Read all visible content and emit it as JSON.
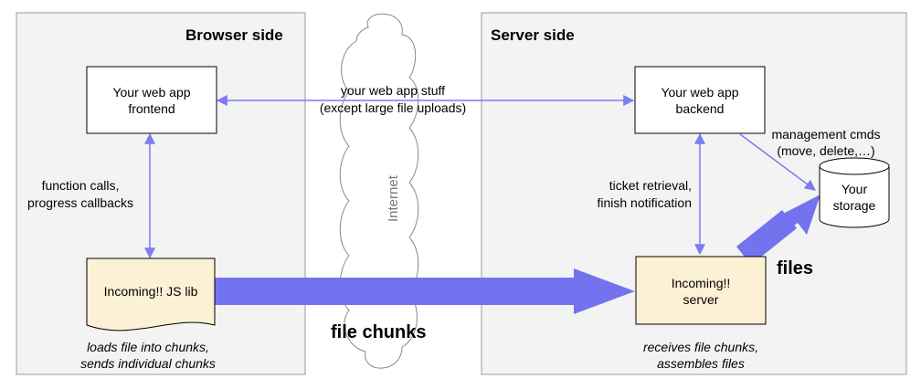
{
  "panels": {
    "browser_title": "Browser side",
    "server_title": "Server side"
  },
  "internet_label": "Internet",
  "nodes": {
    "frontend": [
      "Your web app",
      "frontend"
    ],
    "backend": [
      "Your web app",
      "backend"
    ],
    "js_lib": "Incoming!! JS lib",
    "server": [
      "Incoming!!",
      "server"
    ],
    "storage": [
      "Your",
      "storage"
    ]
  },
  "edges": {
    "web_app_stuff": [
      "your web app stuff",
      "(except large file uploads)"
    ],
    "function_calls": [
      "function calls,",
      "progress callbacks"
    ],
    "ticket": [
      "ticket retrieval,",
      "finish notification"
    ],
    "management": [
      "management cmds",
      "(move, delete,…)"
    ],
    "file_chunks": "file chunks",
    "files": "files"
  },
  "captions": {
    "js_lib": [
      "loads file into chunks,",
      "sends individual chunks"
    ],
    "server": [
      "receives file chunks,",
      "assembles files"
    ]
  },
  "colors": {
    "panel_bg": "#f3f3f3",
    "panel_border": "#999999",
    "arrow": "#7b7bf2",
    "fat_arrow": "#7373f0",
    "lib_fill": "#fdf1d5",
    "box_border": "#000000"
  }
}
